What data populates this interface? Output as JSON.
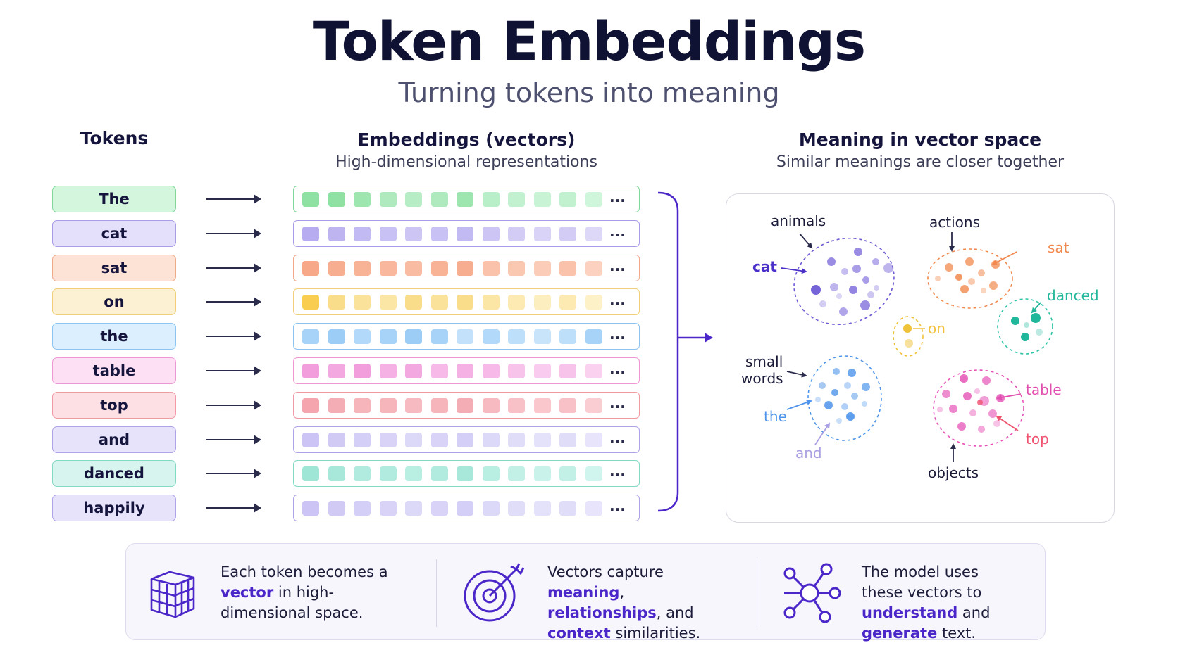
{
  "title": "Token Embeddings",
  "subtitle": "Turning tokens into meaning",
  "columns": {
    "tokens": {
      "heading": "Tokens"
    },
    "embeddings": {
      "heading": "Embeddings (vectors)",
      "sub": "High-dimensional representations",
      "ellipsis": "..."
    },
    "space": {
      "heading": "Meaning in vector space",
      "sub": "Similar meanings are closer together"
    }
  },
  "tokens": [
    {
      "label": "The",
      "fill": "#d4f6dc",
      "border": "#7fd79a",
      "cells": [
        "#8fe1a3",
        "#8fe1a3",
        "#9ee6b0",
        "#aeeabd",
        "#b6edc4",
        "#aeeabd",
        "#9ee6b0",
        "#b9efc8",
        "#c2f1d0",
        "#c9f3d5",
        "#c2f1d0",
        "#cff5da"
      ]
    },
    {
      "label": "cat",
      "fill": "#e4e0fb",
      "border": "#a89be8",
      "cells": [
        "#b6acef",
        "#bdb4f0",
        "#c2baf2",
        "#c8c1f3",
        "#cdc6f4",
        "#c8c1f3",
        "#c2baf2",
        "#cdc6f4",
        "#d3cdf6",
        "#d8d3f7",
        "#d3cdf6",
        "#ddd8f8"
      ]
    },
    {
      "label": "sat",
      "fill": "#fde3d6",
      "border": "#f2a98a",
      "cells": [
        "#f7a888",
        "#f7ad8f",
        "#f8b396",
        "#f9b89d",
        "#f9bca3",
        "#f8b396",
        "#f7ad8f",
        "#fac2aa",
        "#fac7b1",
        "#fbccb8",
        "#fac2aa",
        "#fcd1bf"
      ]
    },
    {
      "label": "on",
      "fill": "#fdf1d4",
      "border": "#f1cf7a",
      "cells": [
        "#f8cd50",
        "#fadd8a",
        "#fbe29a",
        "#fbe6a6",
        "#fadd8a",
        "#fbe29a",
        "#fadd8a",
        "#fbe6a6",
        "#fceab2",
        "#fceebe",
        "#fceab2",
        "#fdf1c8"
      ]
    },
    {
      "label": "the",
      "fill": "#dcefff",
      "border": "#8cc3f0",
      "cells": [
        "#a7d3f8",
        "#9bcdf7",
        "#b2d9f9",
        "#a7d3f8",
        "#9bcdf7",
        "#a7d3f8",
        "#c3e1fa",
        "#b2d9f9",
        "#bddffa",
        "#c8e4fb",
        "#bddffa",
        "#a7d3f8"
      ]
    },
    {
      "label": "table",
      "fill": "#fde0f4",
      "border": "#ef97d3",
      "cells": [
        "#f29edd",
        "#f4a8e0",
        "#f29edd",
        "#f5b1e4",
        "#f4a8e0",
        "#f7bae8",
        "#f5b1e4",
        "#f7bae8",
        "#f8c3eb",
        "#f9cbee",
        "#f8c3eb",
        "#fad2f0"
      ]
    },
    {
      "label": "top",
      "fill": "#fde0e4",
      "border": "#f09aa5",
      "cells": [
        "#f4a5ae",
        "#f5adb5",
        "#f6b4bb",
        "#f6b4bb",
        "#f7bac1",
        "#f6b4bb",
        "#f5adb5",
        "#f7bac1",
        "#f8c1c7",
        "#f9c7cc",
        "#f8c1c7",
        "#facdd2"
      ]
    },
    {
      "label": "and",
      "fill": "#e6e3fb",
      "border": "#ada3e8",
      "cells": [
        "#cbc4f4",
        "#d0caf5",
        "#d4cff6",
        "#d8d3f7",
        "#dcd8f8",
        "#d8d3f7",
        "#d4cff6",
        "#dcd8f8",
        "#e0ddf9",
        "#e4e1fa",
        "#e0ddf9",
        "#e7e4fb"
      ]
    },
    {
      "label": "danced",
      "fill": "#d7f5ee",
      "border": "#82d9c5",
      "cells": [
        "#9fe6d6",
        "#a8e8da",
        "#b1ebdf",
        "#b1ebdf",
        "#b9eee3",
        "#b1ebdf",
        "#a8e8da",
        "#b9eee3",
        "#c2f0e7",
        "#c9f2eb",
        "#c2f0e7",
        "#d0f4ee"
      ]
    },
    {
      "label": "happily",
      "fill": "#e6e3fb",
      "border": "#ada3e8",
      "cells": [
        "#cbc4f4",
        "#d0caf5",
        "#d4cff6",
        "#d8d3f7",
        "#dcd8f8",
        "#d8d3f7",
        "#d4cff6",
        "#dcd8f8",
        "#e0ddf9",
        "#e4e1fa",
        "#e0ddf9",
        "#e7e4fb"
      ]
    }
  ],
  "vector_space": {
    "clusters": [
      {
        "name": "animals",
        "color": "#6e5bd6"
      },
      {
        "name": "actions",
        "color": "#f18a4e"
      },
      {
        "name": "small words",
        "color": "#4d94ea"
      },
      {
        "name": "objects",
        "color": "#e652b6"
      }
    ],
    "labels": {
      "animals": "animals",
      "actions": "actions",
      "small": "small",
      "words": "words",
      "objects": "objects",
      "cat": "cat",
      "sat": "sat",
      "danced": "danced",
      "on": "on",
      "the": "the",
      "and": "and",
      "table": "table",
      "top": "top"
    },
    "colors": {
      "cat": "#4b2fc9",
      "sat": "#f0884f",
      "danced": "#20b79a",
      "on": "#f0c23a",
      "the": "#4d94ea",
      "and": "#a9a0e3",
      "table": "#e14fb0",
      "top": "#ef5570"
    }
  },
  "bottom": {
    "item1": {
      "pre": "Each token becomes a ",
      "hl": "vector",
      "post": " in high-dimensional space."
    },
    "item2": {
      "pre": "Vectors capture ",
      "hl1": "meaning",
      "mid1": ", ",
      "hl2": "relationships",
      "mid2": ", and ",
      "hl3": "context",
      "post": " similarities."
    },
    "item3": {
      "pre": "The model uses these vectors to ",
      "hl1": "understand",
      "mid": " and ",
      "hl2": "generate",
      "post": " text."
    }
  },
  "accent": "#4b26c9"
}
